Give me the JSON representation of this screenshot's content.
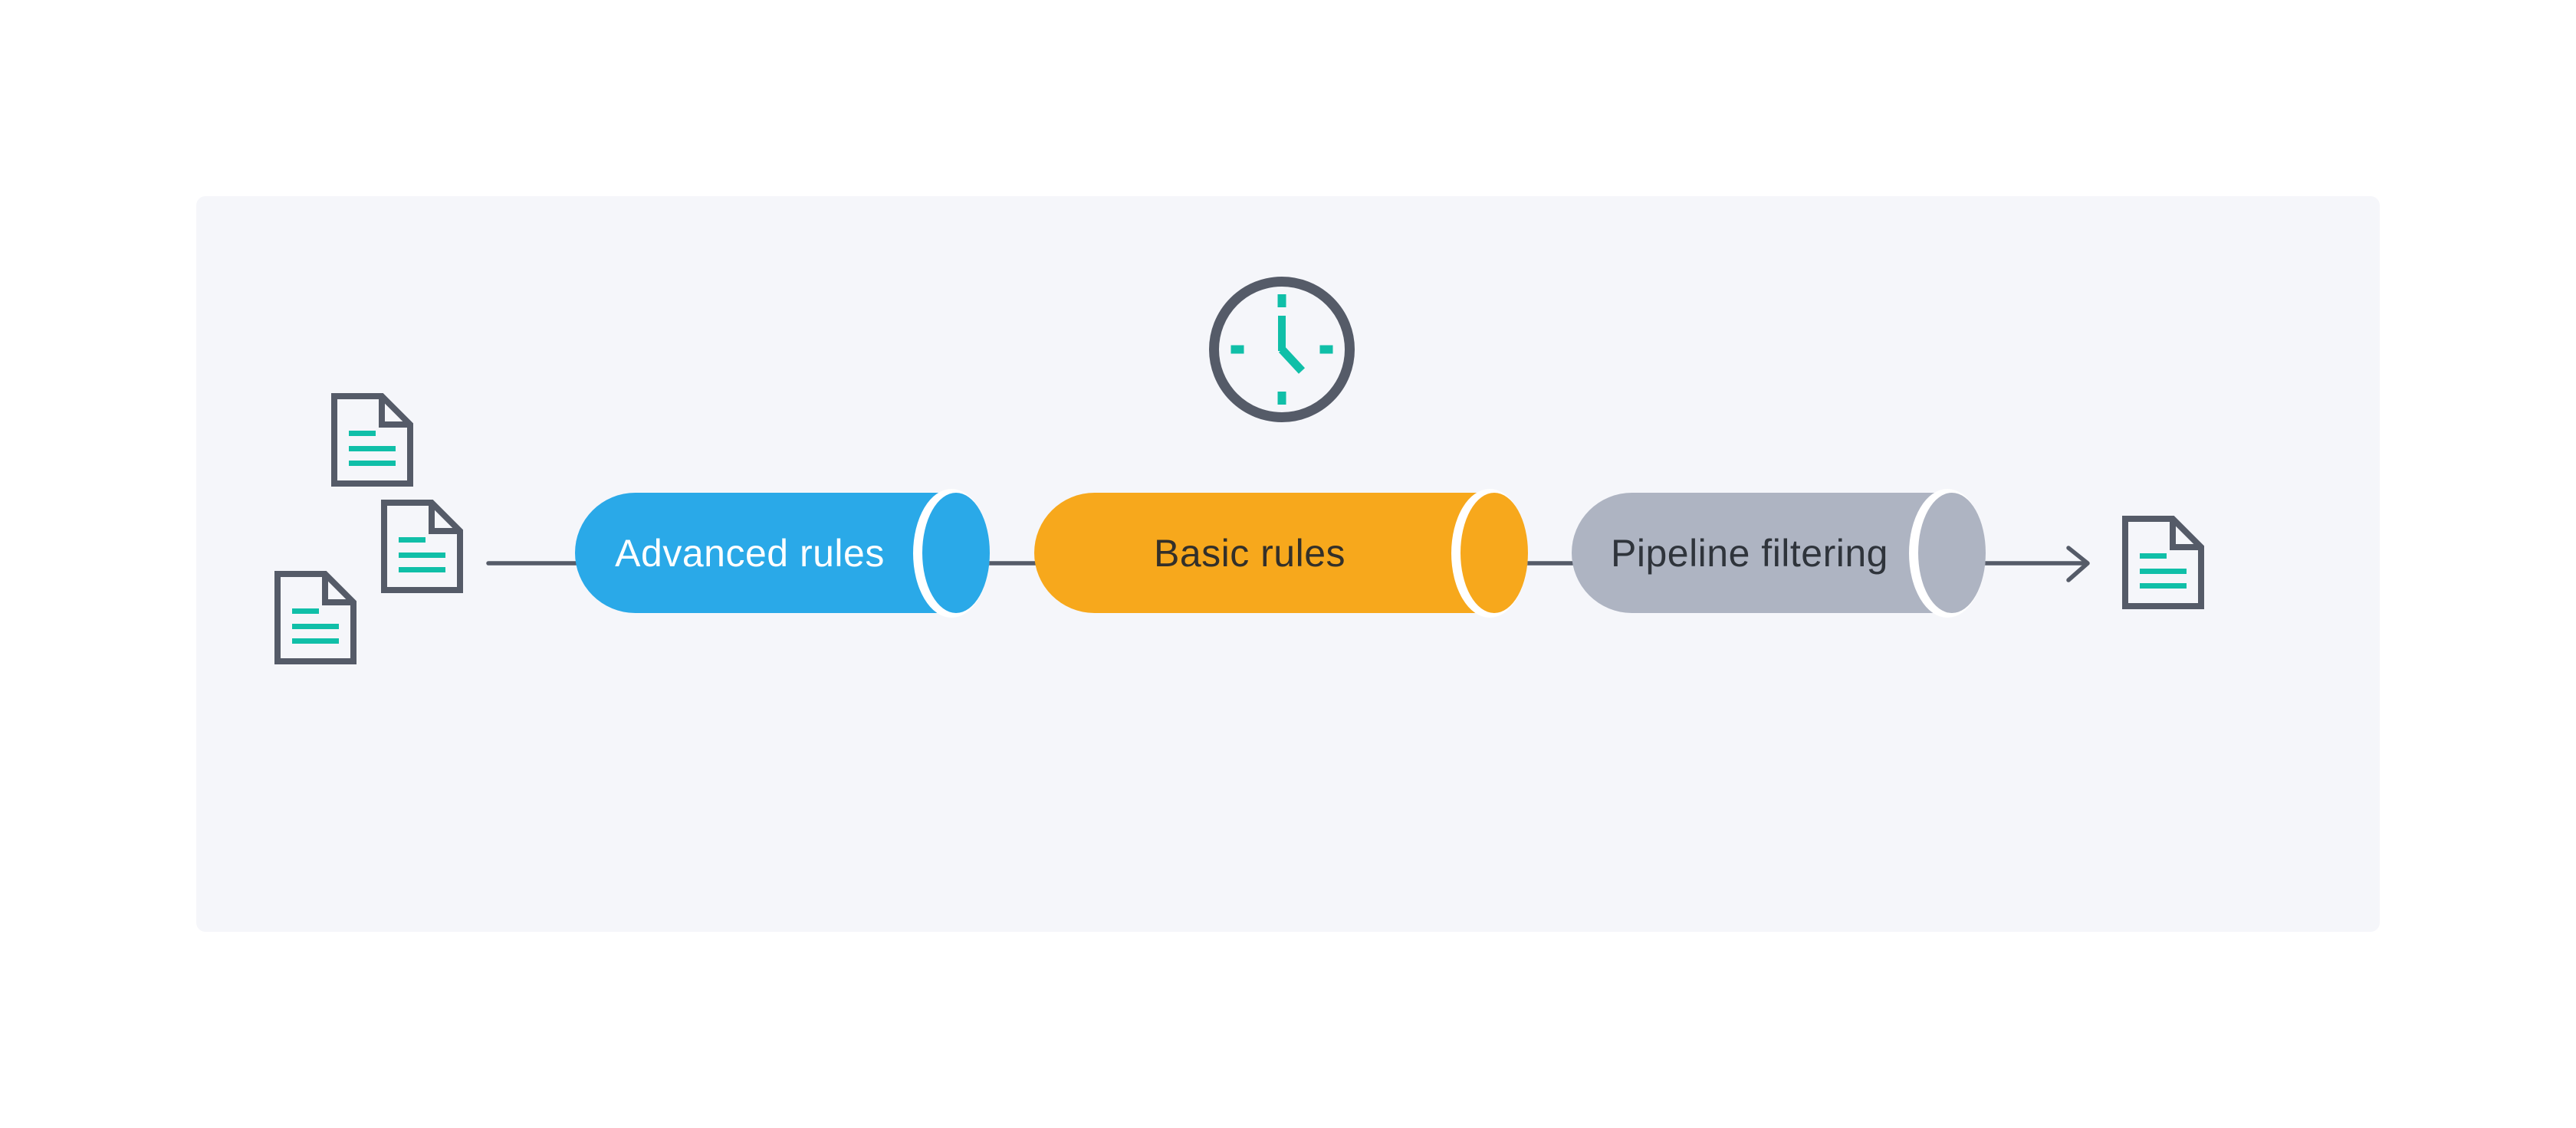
{
  "colors": {
    "background": "#FFFFFF",
    "panel": "#F5F6FA",
    "slate": "#555B68",
    "teal": "#10BFA8",
    "white": "#FFFFFF"
  },
  "diagram": {
    "input_documents": [
      {
        "icon": "document-icon"
      },
      {
        "icon": "document-icon"
      },
      {
        "icon": "document-icon"
      }
    ],
    "clock": {
      "icon": "clock-icon",
      "time_depicted": "~5:00"
    },
    "stages": [
      {
        "label": "Advanced rules",
        "color": "#2AA9E8",
        "text_color": "#FFFFFF"
      },
      {
        "label": "Basic rules",
        "color": "#F7A81C",
        "text_color": "#33302A"
      },
      {
        "label": "Pipeline filtering",
        "color": "#AEB4C2",
        "text_color": "#2F343B"
      }
    ],
    "flow_arrow": {
      "icon": "arrow-right-icon"
    },
    "output_document": {
      "icon": "document-icon"
    }
  }
}
